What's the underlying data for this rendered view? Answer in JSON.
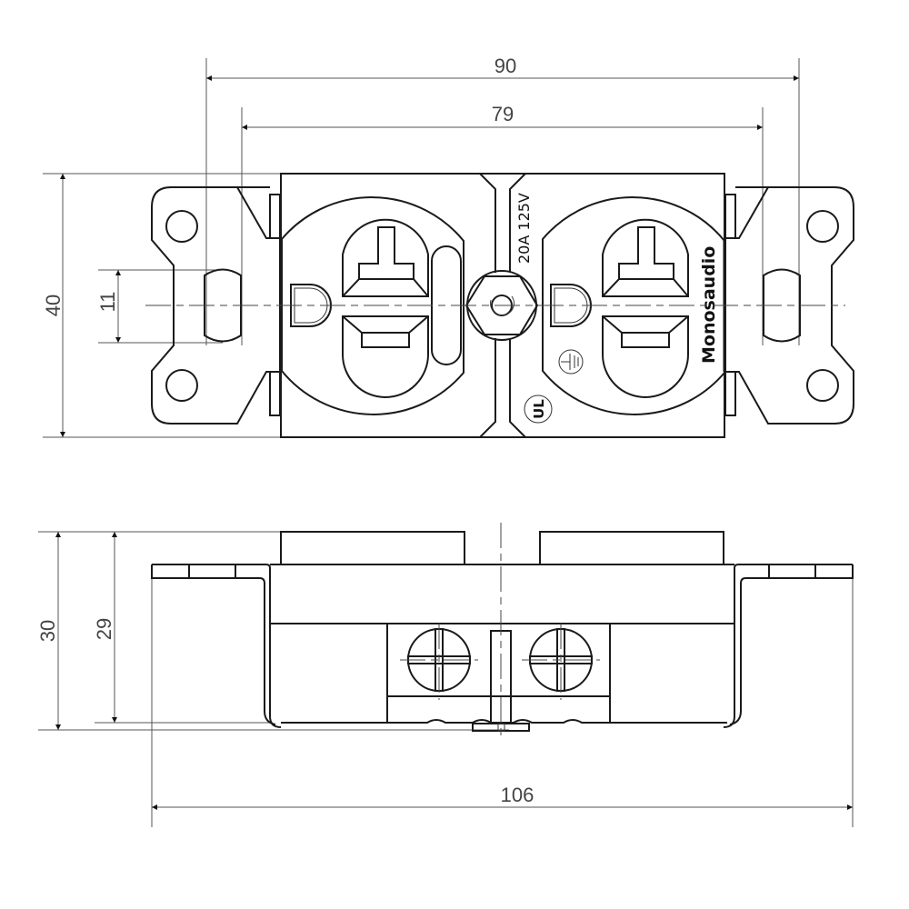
{
  "drawing": {
    "subject": "Duplex 20A NEMA 5-20R receptacle",
    "views": [
      "front view",
      "side view"
    ]
  },
  "dimensions": {
    "width_outer": "90",
    "width_inner": "79",
    "height_total": "40",
    "slot_height": "11",
    "depth_total": "30",
    "depth_body": "29",
    "length_total": "106"
  },
  "markings": {
    "rating": "20A 125V",
    "brand": "Monosaudio",
    "certification": "UL",
    "ground_symbol": "ground-symbol"
  },
  "colors": {
    "line": "#1a1a1a",
    "dimension": "#555555",
    "background": "#ffffff"
  }
}
